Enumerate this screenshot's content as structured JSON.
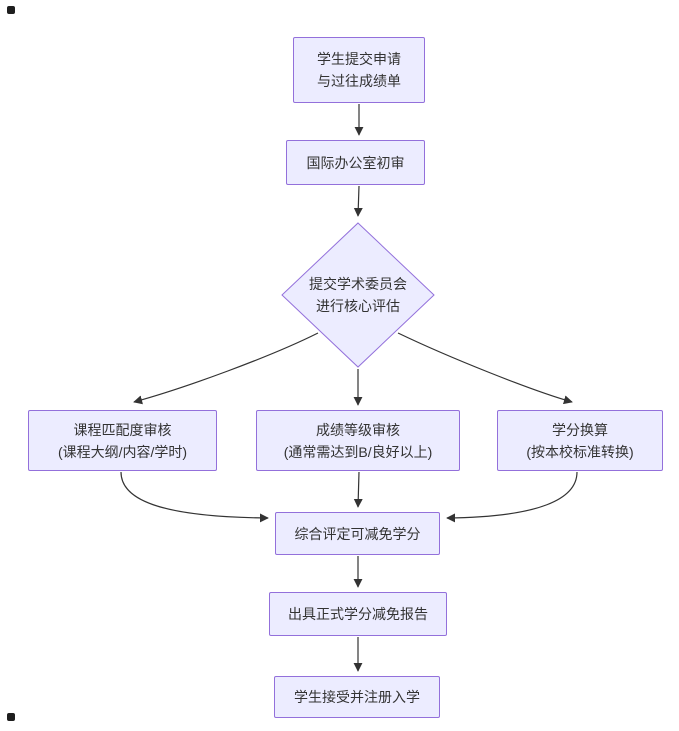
{
  "colors": {
    "node_fill": "#ECECFF",
    "node_border": "#9370DB",
    "edge": "#333333",
    "text": "#333333"
  },
  "nodes": {
    "start": {
      "lines": [
        "学生提交申请",
        "与过往成绩单"
      ]
    },
    "office": {
      "lines": [
        "国际办公室初审"
      ]
    },
    "committee": {
      "lines": [
        "提交学术委员会",
        "进行核心评估"
      ]
    },
    "course": {
      "lines": [
        "课程匹配度审核",
        "(课程大纲/内容/学时)"
      ]
    },
    "grade": {
      "lines": [
        "成绩等级审核",
        "(通常需达到B/良好以上)"
      ]
    },
    "credit": {
      "lines": [
        "学分换算",
        "(按本校标准转换)"
      ]
    },
    "summary": {
      "lines": [
        "综合评定可减免学分"
      ]
    },
    "report": {
      "lines": [
        "出具正式学分减免报告"
      ]
    },
    "enroll": {
      "lines": [
        "学生接受并注册入学"
      ]
    }
  }
}
